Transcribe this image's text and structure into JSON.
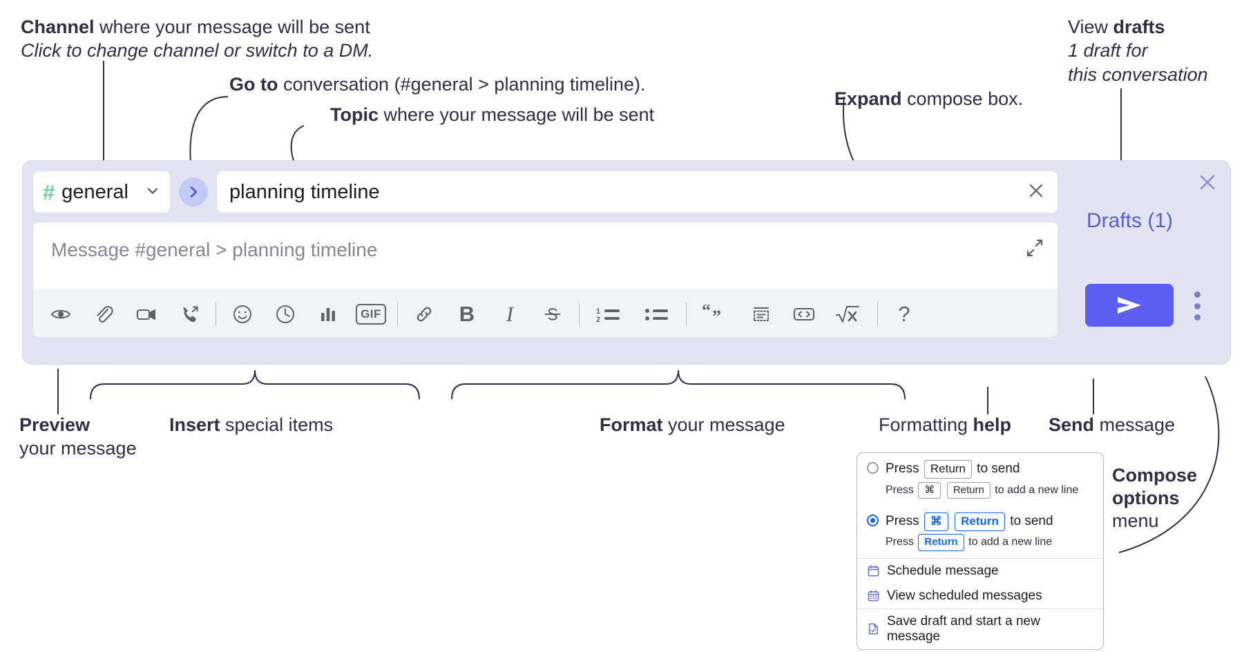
{
  "annotations": {
    "channel": {
      "bold": "Channel",
      "rest": " where your message will be sent",
      "sub": "Click to change channel or switch to a DM."
    },
    "goto": {
      "bold": "Go to",
      "rest": " conversation (#general > planning timeline)."
    },
    "topic": {
      "bold": "Topic",
      "rest": " where your message will be sent"
    },
    "expand": {
      "bold": "Expand",
      "rest": " compose box."
    },
    "drafts": {
      "pre": "View ",
      "bold": "drafts",
      "sub1": "1 draft for",
      "sub2": "this conversation"
    },
    "preview": {
      "bold": "Preview",
      "sub": "your message"
    },
    "insert": {
      "bold": "Insert",
      "rest": " special items"
    },
    "format": {
      "bold": "Format",
      "rest": " your message"
    },
    "help": {
      "pre": "Formatting ",
      "bold": "help"
    },
    "send": {
      "bold": "Send",
      "rest": " message"
    },
    "compose_options": {
      "bold1": "Compose",
      "bold2": "options",
      "rest": "menu"
    }
  },
  "composer": {
    "channel_name": "general",
    "hash_symbol": "#",
    "topic_value": "planning timeline",
    "message_placeholder": "Message #general > planning timeline",
    "toolbar_left": [
      {
        "name": "preview-icon",
        "label": "Preview"
      },
      {
        "name": "attachment-icon",
        "label": "Attach file"
      },
      {
        "name": "video-icon",
        "label": "Record video clip"
      },
      {
        "name": "audio-clip-icon",
        "label": "Record audio clip"
      },
      {
        "name": "emoji-icon",
        "label": "Emoji"
      },
      {
        "name": "clock-icon",
        "label": "Reminder"
      },
      {
        "name": "poll-icon",
        "label": "Poll"
      },
      {
        "name": "gif-icon",
        "label": "GIF"
      }
    ],
    "toolbar_format": [
      {
        "name": "link-icon",
        "label": "Link"
      },
      {
        "name": "bold-icon",
        "label": "Bold"
      },
      {
        "name": "italic-icon",
        "label": "Italic"
      },
      {
        "name": "strikethrough-icon",
        "label": "Strikethrough"
      },
      {
        "name": "ordered-list-icon",
        "label": "Ordered list"
      },
      {
        "name": "bulleted-list-icon",
        "label": "Bulleted list"
      },
      {
        "name": "blockquote-icon",
        "label": "Blockquote"
      },
      {
        "name": "code-block-icon",
        "label": "Code block"
      },
      {
        "name": "code-icon",
        "label": "Code"
      },
      {
        "name": "math-icon",
        "label": "Math"
      }
    ],
    "help_label": "?",
    "gif_label": "GIF"
  },
  "right_rail": {
    "drafts_label": "Drafts (1)",
    "send_label": "Send"
  },
  "compose_menu": {
    "option1": {
      "pre": "Press",
      "key": "Return",
      "post": "to send"
    },
    "option1_sub": {
      "pre": "Press",
      "key1": "⌘",
      "key2": "Return",
      "post": "to add a new line"
    },
    "option2": {
      "pre": "Press",
      "key1": "⌘",
      "key2": "Return",
      "post": "to send"
    },
    "option2_sub": {
      "pre": "Press",
      "key": "Return",
      "post": "to add a new line"
    },
    "items": [
      {
        "icon": "calendar-icon",
        "label": "Schedule message"
      },
      {
        "icon": "calendar-grid-icon",
        "label": "View scheduled messages"
      },
      {
        "icon": "save-draft-icon",
        "label": "Save draft and start a new message"
      }
    ]
  },
  "colors": {
    "panel_bg": "#e3e4f2",
    "accent_send": "#5b5ef0",
    "drafts_text": "#5b5fc7",
    "hash_green": "#6fd39a",
    "goto_circle": "#c3caf5",
    "radio_blue": "#1264e8"
  }
}
